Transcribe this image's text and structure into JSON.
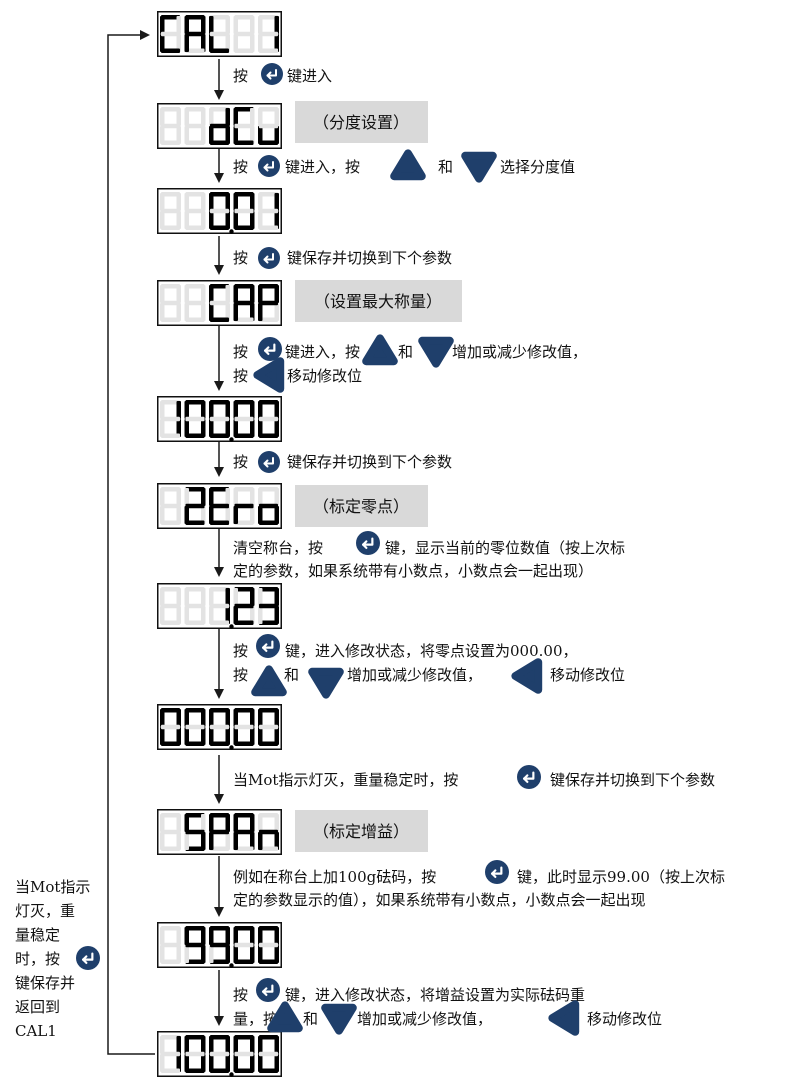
{
  "colors": {
    "segment_on": "#000000",
    "segment_off": "#e3e3e3",
    "icon_fill": "#1f3f6b",
    "tag_bg": "#d9d9d9",
    "line": "#1a1a1a"
  },
  "steps": [
    {
      "display": "CAL 1"
    },
    {
      "display": "dCu",
      "tag": "（分度设置）"
    },
    {
      "display": "0.01"
    },
    {
      "display": "CAP",
      "tag": "（设置最大称量）"
    },
    {
      "display": "100.00"
    },
    {
      "display": "2Ero",
      "tag": "（标定零点）"
    },
    {
      "display": "1.23"
    },
    {
      "display": "000.00"
    },
    {
      "display": "SPAn",
      "tag": "（标定增益）"
    },
    {
      "display": "99.00"
    },
    {
      "display": "100.00"
    }
  ],
  "instructions": {
    "i1": {
      "press": "按",
      "key_enter": "键进入"
    },
    "i2": {
      "press": "按",
      "key_enter_press": "键进入，按",
      "and": "和",
      "select": "选择分度值"
    },
    "i3": {
      "press": "按",
      "save_next": "键保存并切换到下个参数"
    },
    "i4": {
      "press": "按",
      "key_enter_press": "键进入，按",
      "and": "和",
      "adjust": "增加或减少修改值，",
      "press2": "按",
      "move": "移动修改位"
    },
    "i5": {
      "press": "按",
      "save_next": "键保存并切换到下个参数"
    },
    "i6": {
      "line1_a": "清空称台，按",
      "line1_b": "键，显示当前的零位数值（按上次标",
      "line2": "定的参数，如果系统带有小数点，小数点会一起出现）"
    },
    "i7": {
      "press": "按",
      "line1": "键，进入修改状态，将零点设置为000.00，",
      "press2": "按",
      "and": "和",
      "adjust": "增加或减少修改值，",
      "move": "移动修改位"
    },
    "i8": {
      "line_a": "当Mot指示灯灭，重量稳定时，按",
      "line_b": "键保存并切换到下个参数"
    },
    "i9": {
      "line1_a": "例如在称台上加100g砝码，按",
      "line1_b": "键，此时显示99.00（按上次标",
      "line2": "定的参数显示的值），如果系统带有小数点，小数点会一起出现"
    },
    "i10": {
      "press": "按",
      "line1": "键，进入修改状态，将增益设置为实际砝码重",
      "line2": "量，按",
      "and": "和",
      "adjust": "增加或减少修改值，",
      "move": "移动修改位"
    }
  },
  "side_note": {
    "lines": [
      "当Mot指示",
      "灯灭，重",
      "量稳定",
      "时，按",
      "键保存并",
      "返回到",
      "CAL1"
    ]
  }
}
